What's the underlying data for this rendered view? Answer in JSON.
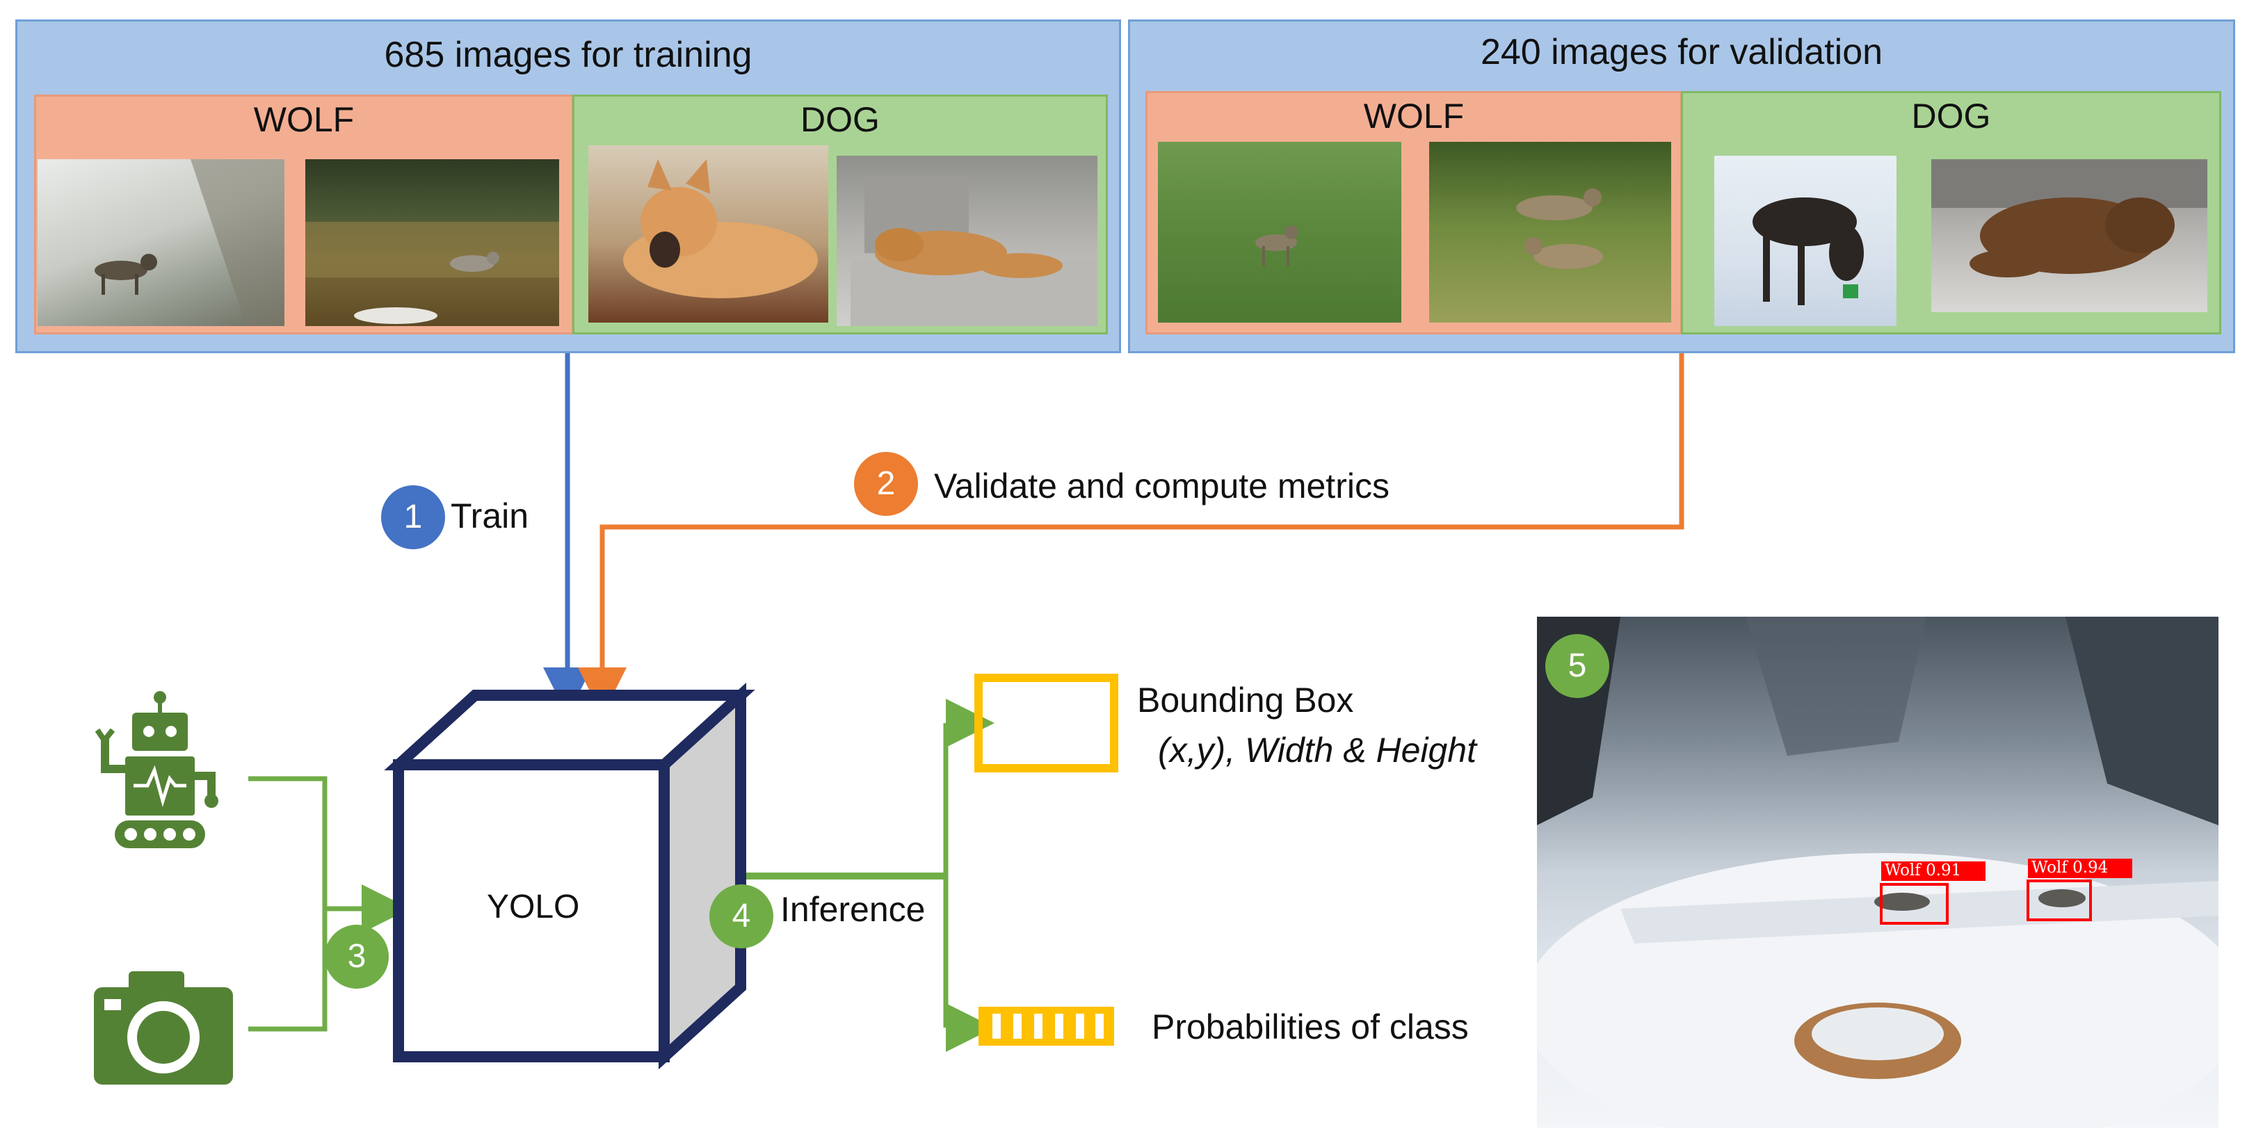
{
  "training": {
    "title": "685 images for training",
    "wolf_label": "WOLF",
    "dog_label": "DOG"
  },
  "validation": {
    "title": "240 images for validation",
    "wolf_label": "WOLF",
    "dog_label": "DOG"
  },
  "steps": [
    {
      "number": "1",
      "label": "Train",
      "color": "#4472c4"
    },
    {
      "number": "2",
      "label": "Validate and compute metrics",
      "color": "#ed7d31"
    },
    {
      "number": "3",
      "label": "",
      "color": "#70ad47"
    },
    {
      "number": "4",
      "label": "Inference",
      "color": "#70ad47"
    },
    {
      "number": "5",
      "label": "",
      "color": "#70ad47"
    }
  ],
  "model": {
    "label": "YOLO"
  },
  "outputs": {
    "bbox_title": "Bounding Box",
    "bbox_detail": "(x,y), Width & Height",
    "probabilities": "Probabilities of class"
  },
  "detections": [
    {
      "label": "Wolf 0.91"
    },
    {
      "label": "Wolf 0.94"
    }
  ],
  "colors": {
    "train_arrow": "#4472c4",
    "validate_arrow": "#ed7d31",
    "inference": "#70ad47",
    "output_box": "#ffc000",
    "cube": "#1f2a5e",
    "detection": "#ff0000"
  },
  "icons": [
    "robot-icon",
    "camera-icon"
  ]
}
